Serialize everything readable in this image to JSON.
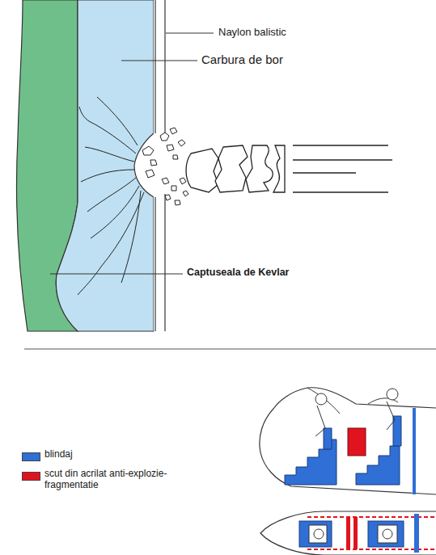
{
  "diagram": {
    "labels": [
      "Naylon balistic",
      "Carbura de bor",
      "Captuseala de Kevlar"
    ],
    "legend": [
      {
        "text": "blindaj",
        "color": "#2f6fd6"
      },
      {
        "text": "scut din acrilat anti-explozie-fragmentatie",
        "color": "#e0141e"
      }
    ]
  }
}
